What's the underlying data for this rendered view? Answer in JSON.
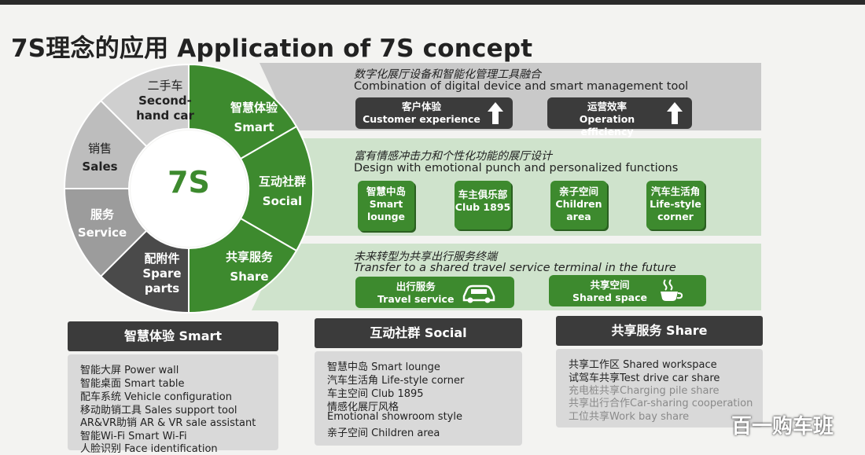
{
  "title": "7S理念的应用 Application of 7S concept",
  "center_label": "7S",
  "wheel_segments": [
    {
      "zh": "二手车",
      "en1": "Second-",
      "en2": "hand car"
    },
    {
      "zh": "销售",
      "en1": "Sales",
      "en2": ""
    },
    {
      "zh": "服务",
      "en1": "Service",
      "en2": ""
    },
    {
      "zh": "配附件",
      "en1": "Spare",
      "en2": "parts"
    }
  ],
  "green_segments": [
    {
      "zh": "智慧体验",
      "en": "Smart"
    },
    {
      "zh": "互动社群",
      "en": "Social"
    },
    {
      "zh": "共享服务",
      "en": "Share"
    }
  ],
  "band_smart": {
    "zh": "数字化展厅设备和智能化管理工具融合",
    "en": "Combination of digital device and smart management tool",
    "items": [
      {
        "zh": "客户体验",
        "en": "Customer experience"
      },
      {
        "zh": "运营效率",
        "en": "Operation efficiency"
      }
    ]
  },
  "band_social": {
    "zh": "富有情感冲击力和个性化功能的展厅设计",
    "en": "Design with emotional punch and personalized functions",
    "items": [
      {
        "zh": "智慧中岛",
        "l2": "Smart",
        "l3": "lounge"
      },
      {
        "zh": "车主俱乐部",
        "l2": "Club 1895",
        "l3": ""
      },
      {
        "zh": "亲子空间",
        "l2": "Children",
        "l3": "area"
      },
      {
        "zh": "汽车生活角",
        "l2": "Life-style",
        "l3": "corner"
      }
    ]
  },
  "band_share": {
    "zh": "未来转型为共享出行服务终端",
    "en": "Transfer to a shared travel service terminal in the future",
    "items": [
      {
        "zh": "出行服务",
        "en": "Travel service",
        "icon": "car-icon"
      },
      {
        "zh": "共享空间",
        "en": "Shared space",
        "icon": "coffee-cup-icon"
      }
    ]
  },
  "columns": [
    {
      "header": "智慧体验 Smart",
      "lines": [
        {
          "text": "智能大屏 Power wall",
          "faded": false
        },
        {
          "text": "智能桌面 Smart table",
          "faded": false
        },
        {
          "text": "配车系统 Vehicle configuration",
          "faded": false
        },
        {
          "text": "移动助销工具 Sales support tool",
          "faded": false
        },
        {
          "text": "AR&VR助销 AR & VR sale assistant",
          "faded": false
        },
        {
          "text": "智能Wi-Fi Smart Wi-Fi",
          "faded": false
        },
        {
          "text": "人脸识别 Face identification",
          "faded": false
        }
      ]
    },
    {
      "header": "互动社群 Social",
      "lines": [
        {
          "text": "智慧中岛 Smart lounge",
          "faded": false
        },
        {
          "text": "汽车生活角 Life-style corner",
          "faded": false
        },
        {
          "text": "车主空间 Club 1895",
          "faded": false
        },
        {
          "text": "情感化展厅风格",
          "faded": false
        },
        {
          "text": "Emotional showroom style",
          "faded": false
        },
        {
          "text": "亲子空间 Children area",
          "faded": false
        }
      ]
    },
    {
      "header": "共享服务 Share",
      "lines": [
        {
          "text": "共享工作区 Shared workspace",
          "faded": false
        },
        {
          "text": "试驾车共享Test drive car share",
          "faded": false
        },
        {
          "text": "充电桩共享Charging pile share",
          "faded": true
        },
        {
          "text": "共享出行合作Car-sharing cooperation",
          "faded": true
        },
        {
          "text": "工位共享Work bay share",
          "faded": true
        }
      ]
    }
  ],
  "watermark": "百一购车班",
  "colors": {
    "green": "#3d8a2e",
    "dark": "#3b3b3b",
    "gray_band": "#c9c9c9",
    "green_band": "#cfe3cc",
    "wheel_light": "#cfcfcf",
    "wheel_mid": "#a9a9a9",
    "wheel_dark": "#4a4a4a"
  }
}
